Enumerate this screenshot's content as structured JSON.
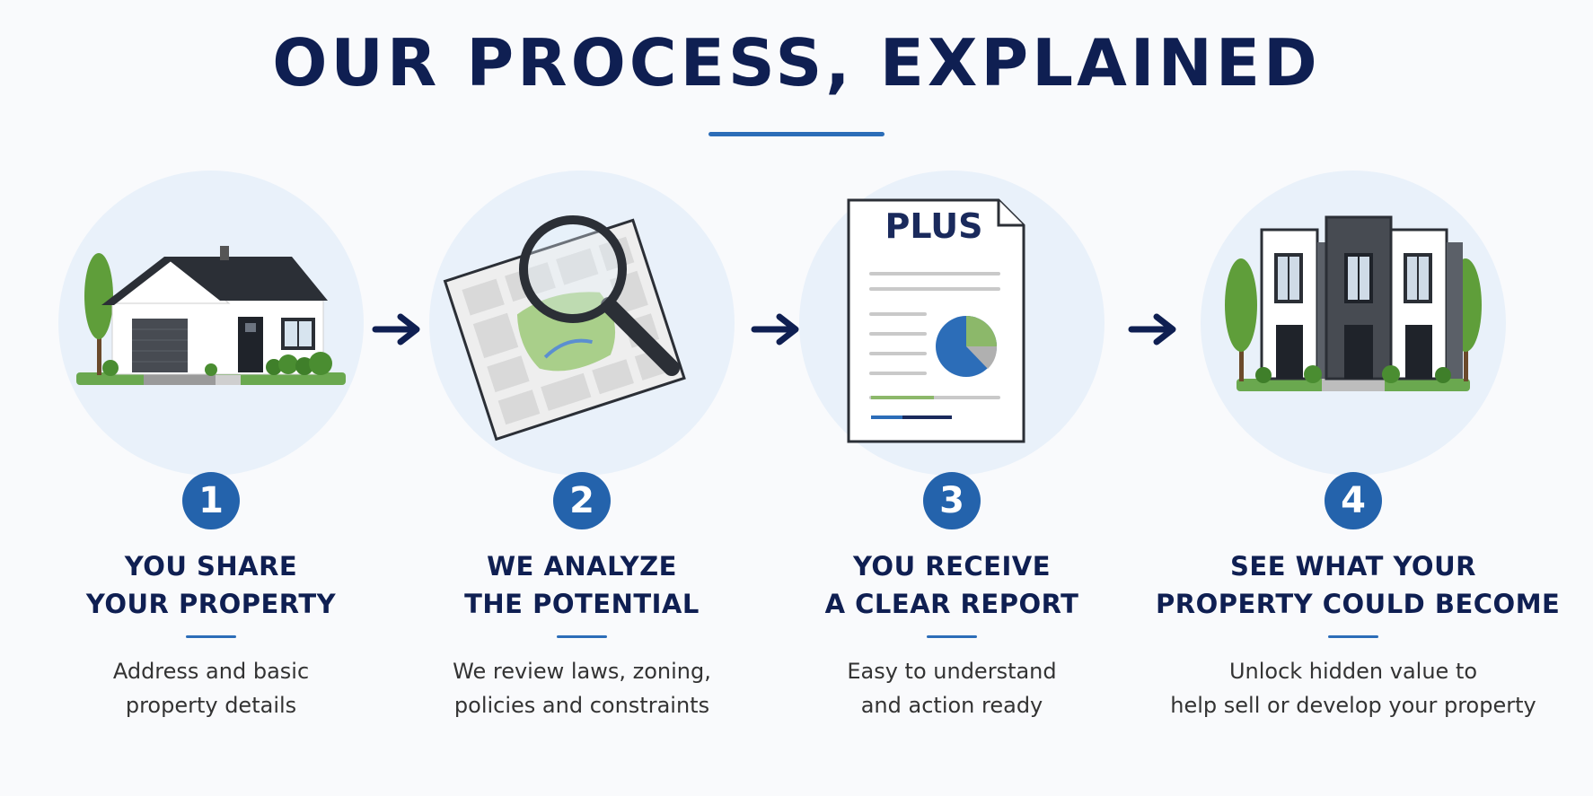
{
  "title": "OUR PROCESS, EXPLAINED",
  "colors": {
    "navy": "#0f1f52",
    "accent_blue": "#2463ac",
    "circle_bg": "#e9f1fa"
  },
  "steps": [
    {
      "number": "1",
      "heading_line1": "YOU SHARE",
      "heading_line2": "YOUR PROPERTY",
      "desc_line1": "Address and basic",
      "desc_line2": "property details",
      "icon": "house-icon"
    },
    {
      "number": "2",
      "heading_line1": "WE ANALYZE",
      "heading_line2": "THE POTENTIAL",
      "desc_line1": "We review laws, zoning,",
      "desc_line2": "policies and constraints",
      "icon": "map-magnifier-icon"
    },
    {
      "number": "3",
      "heading_line1": "YOU RECEIVE",
      "heading_line2": "A CLEAR REPORT",
      "desc_line1": "Easy to understand",
      "desc_line2": "and action ready",
      "icon": "report-document-icon",
      "report_label": "PLUS"
    },
    {
      "number": "4",
      "heading_line1": "SEE WHAT YOUR",
      "heading_line2": "PROPERTY COULD BECOME",
      "desc_line1": "Unlock hidden value to",
      "desc_line2": "help sell or develop your property",
      "icon": "townhouses-icon"
    }
  ]
}
